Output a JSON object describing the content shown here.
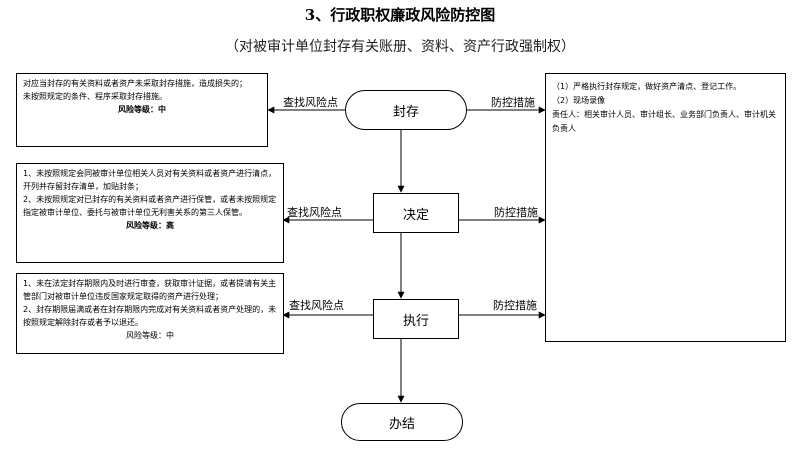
{
  "title": "3、行政职权廉政风险防控图",
  "subtitle": "（对被审计单位封存有关账册、资料、资产行政强制权）",
  "nodes": {
    "seal": "封存",
    "decide": "决定",
    "execute": "执行",
    "done": "办结"
  },
  "edge_labels": {
    "find_risk": "查找风险点",
    "control": "防控措施"
  },
  "risk_boxes": {
    "seal": {
      "lines": [
        "对应当封存的有关资料或者资产未采取封存措施，造成损失的；",
        "未按照规定的条件、程序采取封存措施。"
      ],
      "level": "风险等级：中"
    },
    "decide": {
      "lines": [
        "1、未按照规定会同被审计单位相关人员对有关资料或者资产进行清点，开列并存留封存清单，加贴封条；",
        "2、未按照规定对已封存的有关资料或者资产进行保管，或者未按照规定指定被审计单位、委托与被审计单位无利害关系的第三人保管。"
      ],
      "level": "风险等级：高"
    },
    "execute": {
      "lines": [
        "1、未在法定封存期限内及时进行审查，获取审计证据，或者提请有关主管部门对被审计单位违反国家规定取得的资产进行处理；",
        "2、封存期限届满或者在封存期限内完成对有关资料或者资产处理的，未按照规定解除封存或者予以退还。"
      ],
      "level": "风险等级：中"
    }
  },
  "control_box": {
    "lines": [
      "（1）严格执行封存规定，做好资产清点、登记工作。",
      "（2）现场录像",
      "责任人：相关审计人员、审计组长、业务部门负责人、审计机关负责人"
    ]
  }
}
